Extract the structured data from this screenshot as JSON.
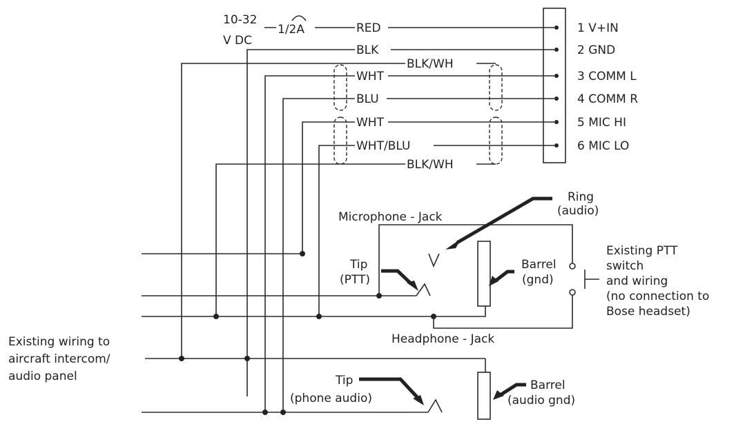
{
  "power": {
    "voltage_line1": "10-32",
    "voltage_line2": "V DC",
    "fuse": "1/2A"
  },
  "wires": {
    "red": "RED",
    "blk": "BLK",
    "blk_wh_top": "BLK/WH",
    "wht_comm": "WHT",
    "blu": "BLU",
    "wht_mic": "WHT",
    "wht_blu": "WHT/BLU",
    "blk_wh_bottom": "BLK/WH"
  },
  "connector": {
    "pins": [
      "1 V+IN",
      "2 GND",
      "3 COMM L",
      "4 COMM R",
      "5 MIC HI",
      "6 MIC LO"
    ]
  },
  "labels": {
    "ring": "Ring",
    "ring_sub": "(audio)",
    "microphone_jack": "Microphone - Jack",
    "tip_ptt": "Tip",
    "tip_ptt_sub": "(PTT)",
    "barrel_gnd": "Barrel",
    "barrel_gnd_sub": "(gnd)",
    "existing_ptt": [
      "Existing PTT",
      "switch",
      "and wiring",
      "(no connection to",
      "Bose headset)"
    ],
    "headphone_jack": "Headphone - Jack",
    "existing_wiring": [
      "Existing wiring to",
      "aircraft intercom/",
      "audio panel"
    ],
    "tip_phone": "Tip",
    "tip_phone_sub": "(phone audio)",
    "barrel_audio": "Barrel",
    "barrel_audio_sub": "(audio gnd)"
  }
}
